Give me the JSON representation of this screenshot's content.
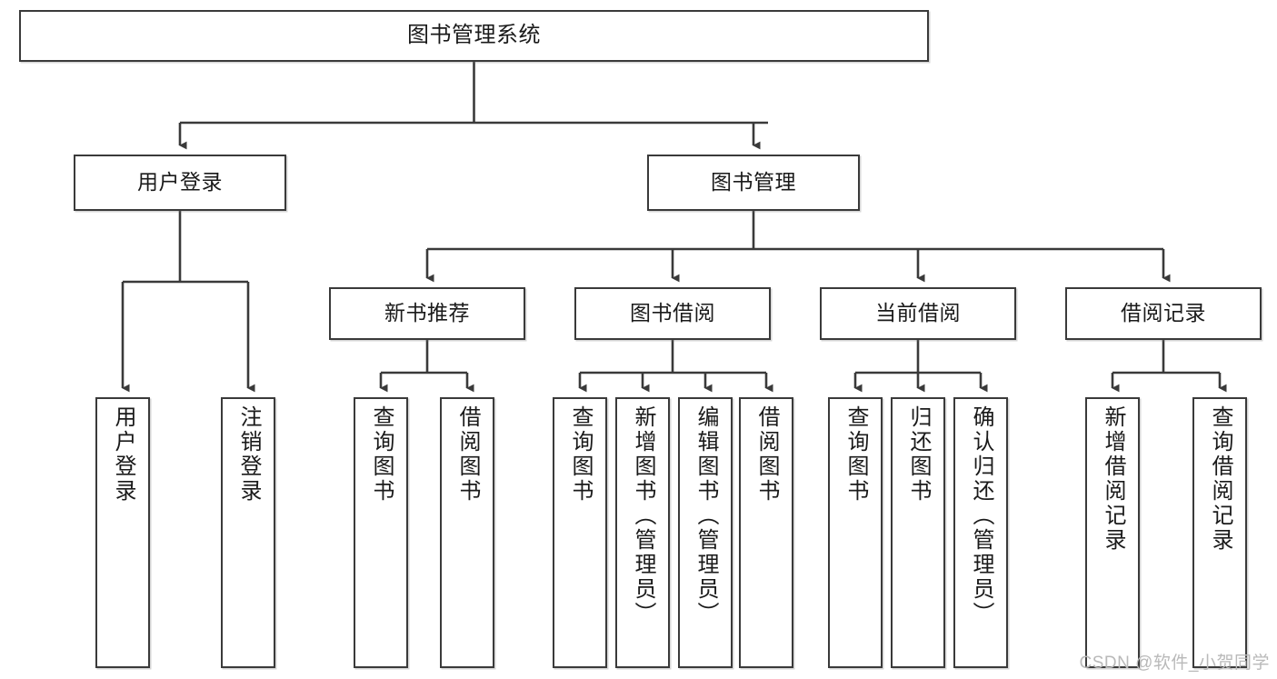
{
  "diagram": {
    "title": "图书管理系统",
    "type": "hierarchy-tree",
    "watermark": "CSDN @软件_小贺同学",
    "colors": {
      "box_border": "#3a3a3a",
      "box_fill": "#ffffff",
      "connector": "#3a3a3a",
      "text": "#1a1a1a",
      "watermark": "#b9b9b9"
    },
    "nodes": {
      "root": {
        "label": "图书管理系统",
        "level": 1,
        "orientation": "horizontal"
      },
      "user_login": {
        "label": "用户登录",
        "level": 2,
        "orientation": "horizontal"
      },
      "book_manage": {
        "label": "图书管理",
        "level": 2,
        "orientation": "horizontal"
      },
      "new_book_rec": {
        "label": "新书推荐",
        "level": 3,
        "orientation": "horizontal"
      },
      "book_borrow": {
        "label": "图书借阅",
        "level": 3,
        "orientation": "horizontal"
      },
      "current_borrow": {
        "label": "当前借阅",
        "level": 3,
        "orientation": "horizontal"
      },
      "borrow_record": {
        "label": "借阅记录",
        "level": 3,
        "orientation": "horizontal"
      },
      "leaf_user_login": {
        "label": "用户登录",
        "level": 4,
        "orientation": "vertical"
      },
      "leaf_logout": {
        "label": "注销登录",
        "level": 4,
        "orientation": "vertical"
      },
      "leaf_query_book_1": {
        "label": "查询图书",
        "level": 4,
        "orientation": "vertical"
      },
      "leaf_borrow_book_1": {
        "label": "借阅图书",
        "level": 4,
        "orientation": "vertical"
      },
      "leaf_query_book_2": {
        "label": "查询图书",
        "level": 4,
        "orientation": "vertical"
      },
      "leaf_add_book": {
        "label": "新增图书（管理员）",
        "level": 4,
        "orientation": "vertical"
      },
      "leaf_edit_book": {
        "label": "编辑图书（管理员）",
        "level": 4,
        "orientation": "vertical"
      },
      "leaf_borrow_book_2": {
        "label": "借阅图书",
        "level": 4,
        "orientation": "vertical"
      },
      "leaf_query_book_3": {
        "label": "查询图书",
        "level": 4,
        "orientation": "vertical"
      },
      "leaf_return_book": {
        "label": "归还图书",
        "level": 4,
        "orientation": "vertical"
      },
      "leaf_confirm_return": {
        "label": "确认归还（管理员）",
        "level": 4,
        "orientation": "vertical"
      },
      "leaf_add_record": {
        "label": "新增借阅记录",
        "level": 4,
        "orientation": "vertical"
      },
      "leaf_query_record": {
        "label": "查询借阅记录",
        "level": 4,
        "orientation": "vertical"
      }
    },
    "edges": [
      {
        "from": "root",
        "to": "user_login"
      },
      {
        "from": "root",
        "to": "book_manage"
      },
      {
        "from": "user_login",
        "to": "leaf_user_login"
      },
      {
        "from": "user_login",
        "to": "leaf_logout"
      },
      {
        "from": "book_manage",
        "to": "new_book_rec"
      },
      {
        "from": "book_manage",
        "to": "book_borrow"
      },
      {
        "from": "book_manage",
        "to": "current_borrow"
      },
      {
        "from": "book_manage",
        "to": "borrow_record"
      },
      {
        "from": "new_book_rec",
        "to": "leaf_query_book_1"
      },
      {
        "from": "new_book_rec",
        "to": "leaf_borrow_book_1"
      },
      {
        "from": "book_borrow",
        "to": "leaf_query_book_2"
      },
      {
        "from": "book_borrow",
        "to": "leaf_add_book"
      },
      {
        "from": "book_borrow",
        "to": "leaf_edit_book"
      },
      {
        "from": "book_borrow",
        "to": "leaf_borrow_book_2"
      },
      {
        "from": "current_borrow",
        "to": "leaf_query_book_3"
      },
      {
        "from": "current_borrow",
        "to": "leaf_return_book"
      },
      {
        "from": "current_borrow",
        "to": "leaf_confirm_return"
      },
      {
        "from": "borrow_record",
        "to": "leaf_add_record"
      },
      {
        "from": "borrow_record",
        "to": "leaf_query_record"
      }
    ]
  }
}
